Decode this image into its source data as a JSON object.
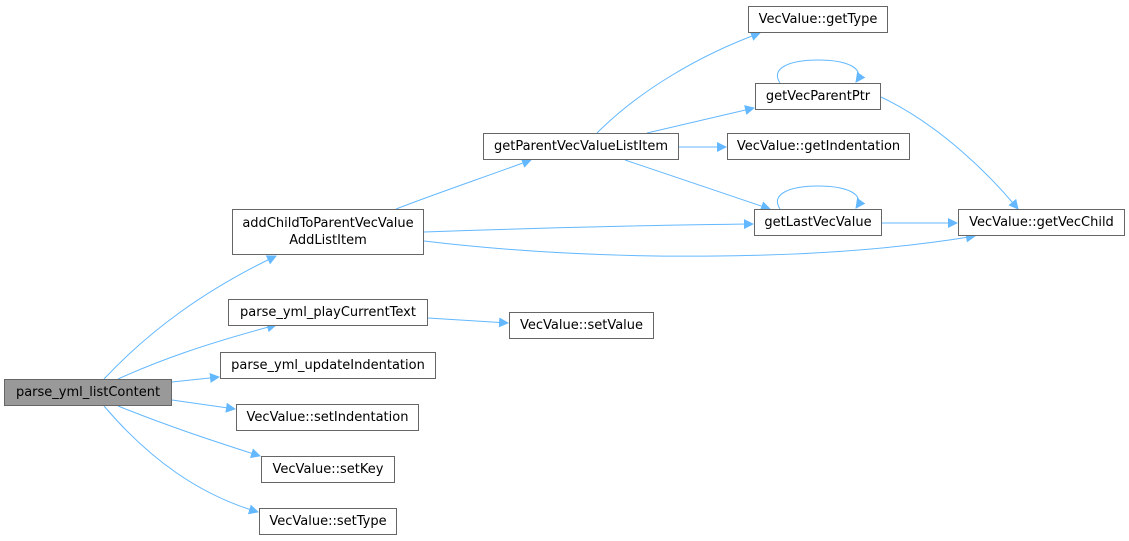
{
  "colors": {
    "edge": "#63b8ff",
    "node_border": "#666666",
    "root_fill": "#999999"
  },
  "nodes": {
    "root": "parse_yml_listContent",
    "add_child_line1": "addChildToParentVecValue",
    "add_child_line2": "AddListItem",
    "play_current_text": "parse_yml_playCurrentText",
    "update_indentation": "parse_yml_updateIndentation",
    "set_indentation": "VecValue::setIndentation",
    "set_key": "VecValue::setKey",
    "set_type": "VecValue::setType",
    "get_parent_vec_value_list_item": "getParentVecValueListItem",
    "set_value": "VecValue::setValue",
    "get_type": "VecValue::getType",
    "get_vec_parent_ptr": "getVecParentPtr",
    "get_indentation": "VecValue::getIndentation",
    "get_last_vec_value": "getLastVecValue",
    "get_vec_child": "VecValue::getVecChild"
  }
}
